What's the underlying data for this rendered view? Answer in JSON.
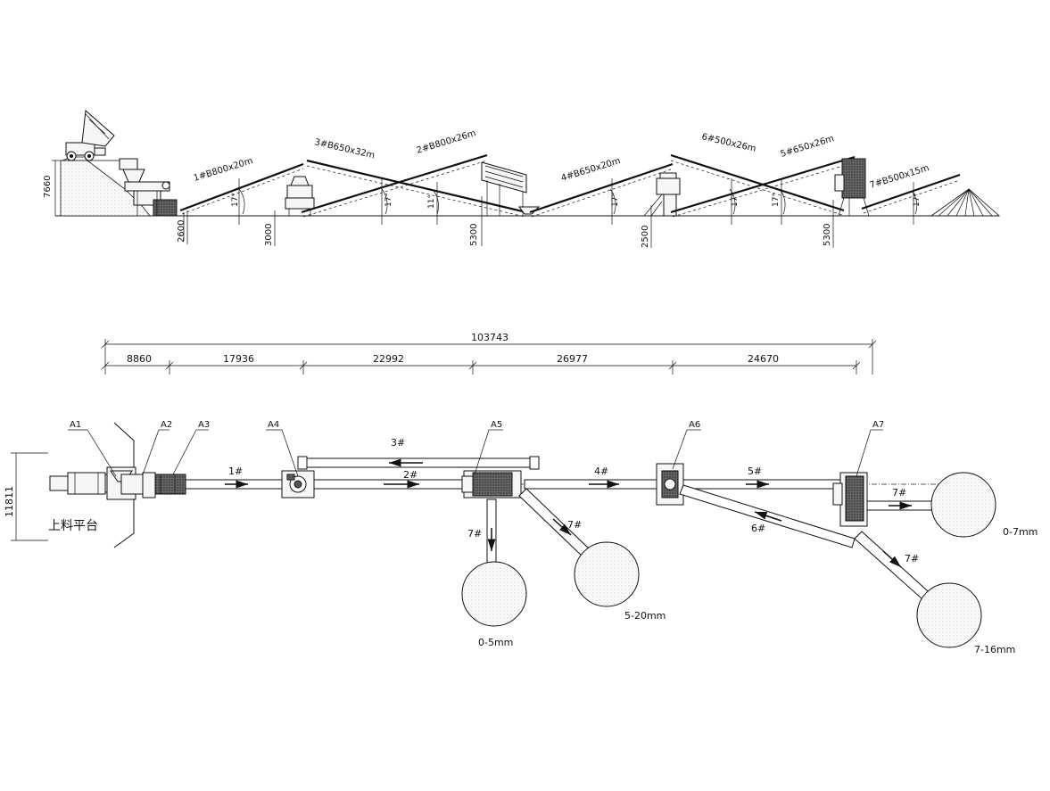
{
  "elevation": {
    "overall_height": "7660",
    "conveyors": [
      {
        "id": "1",
        "label": "1#B800x20m",
        "angle": "17°"
      },
      {
        "id": "3",
        "label": "3#B650x32m",
        "angle": "17°"
      },
      {
        "id": "2",
        "label": "2#B800x26m",
        "angle": "11°"
      },
      {
        "id": "4",
        "label": "4#B650x20m",
        "angle": "17°"
      },
      {
        "id": "6",
        "label": "6#500x26m",
        "angle": "17°"
      },
      {
        "id": "5",
        "label": "5#650x26m",
        "angle": "17°"
      },
      {
        "id": "7",
        "label": "7#B500x15m",
        "angle": "17°"
      }
    ],
    "heights": [
      "2600",
      "3000",
      "5300",
      "2500",
      "5300"
    ]
  },
  "plan": {
    "total_length": "103743",
    "segments": [
      "8860",
      "17936",
      "22992",
      "26977",
      "24670"
    ],
    "width": "11811",
    "platform_label": "上料平台",
    "equipment": [
      "A1",
      "A2",
      "A3",
      "A4",
      "A5",
      "A6",
      "A7"
    ],
    "conveyor_labels": [
      "1#",
      "2#",
      "3#",
      "4#",
      "5#",
      "6#",
      "7#",
      "7#",
      "7#",
      "7#"
    ],
    "products": [
      "0-5mm",
      "5-20mm",
      "0-7mm",
      "7-16mm"
    ]
  },
  "colors": {
    "line": "#111111",
    "background": "#ffffff"
  }
}
